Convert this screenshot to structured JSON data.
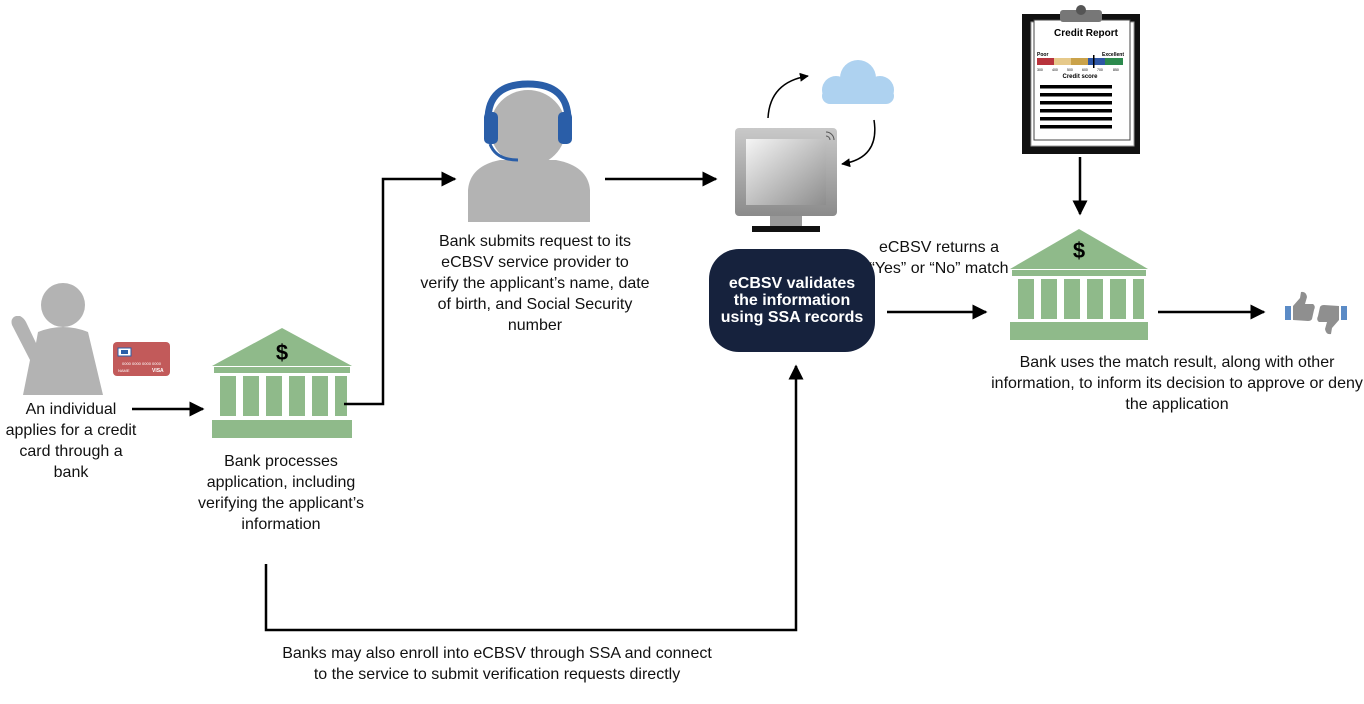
{
  "steps": {
    "individual_label": "An individual applies for a credit card through a bank",
    "bank_label": "Bank processes application, including verifying the applicant’s information",
    "provider_label": "Bank submits request to its eCBSV service provider to verify the applicant’s name, date of birth, and Social Security number",
    "ecbsv_node": "eCBSV validates the information using SSA records",
    "returns_label": "eCBSV returns a “Yes” or “No” match",
    "decision_label": "Bank uses the match result, along with other information, to inform its decision to approve or deny the application",
    "direct_label": "Banks may also enroll into eCBSV through SSA and connect to the service to submit verification requests directly"
  },
  "report": {
    "title": "Credit Report",
    "poor": "Poor",
    "excellent": "Excellent",
    "score_label": "Credit score",
    "ticks": [
      "300",
      "400",
      "500",
      "600",
      "700",
      "850"
    ]
  },
  "card": {
    "number": "0000 0000 0000 0000",
    "name": "NAME",
    "brand": "VISA"
  },
  "bank_symbol": "$",
  "colors": {
    "bank_green": "#8fba8a",
    "person_gray": "#b3b3b3",
    "headset_blue": "#2a5ea8",
    "node_navy": "#16223d",
    "cloud_blue": "#aed2f0",
    "card_red": "#c25a5a"
  },
  "icons": [
    "person-icon",
    "credit-card-icon",
    "bank-icon",
    "headset-agent-icon",
    "computer-monitor-icon",
    "cloud-icon",
    "credit-report-icon",
    "thumbs-up-icon",
    "thumbs-down-icon"
  ]
}
